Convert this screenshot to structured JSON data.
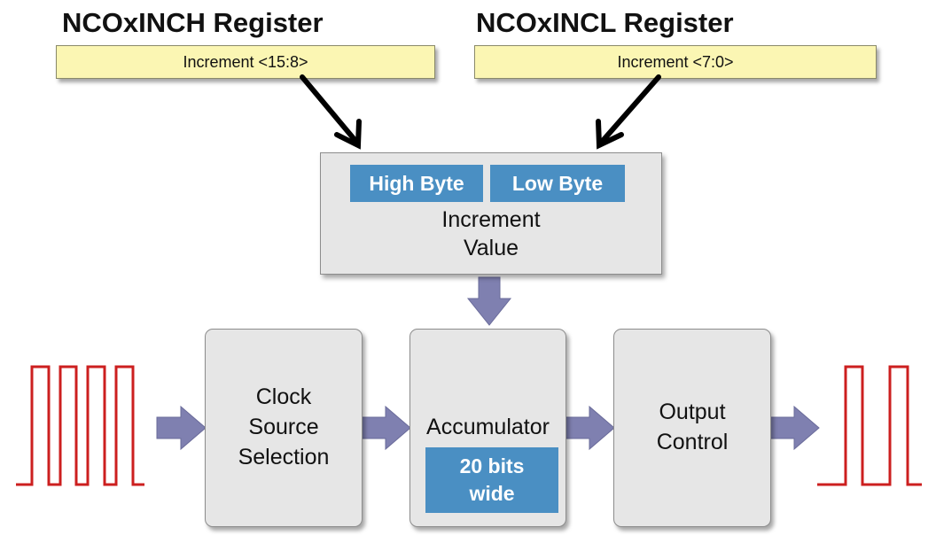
{
  "registers": {
    "high": {
      "title": "NCOxINCH Register",
      "field": "Increment <15:8>"
    },
    "low": {
      "title": "NCOxINCL Register",
      "field": "Increment <7:0>"
    }
  },
  "increment_block": {
    "high_byte": "High Byte",
    "low_byte": "Low Byte",
    "label_line1": "Increment",
    "label_line2": "Value"
  },
  "blocks": {
    "clock": {
      "line1": "Clock",
      "line2": "Source",
      "line3": "Selection"
    },
    "accumulator": {
      "label": "Accumulator",
      "width_line1": "20 bits",
      "width_line2": "wide"
    },
    "output": {
      "line1": "Output",
      "line2": "Control"
    }
  },
  "colors": {
    "register_fill": "#fbf6b3",
    "block_fill": "#e6e6e6",
    "byte_fill": "#4a8fc3",
    "flow_arrow": "#7f80b0",
    "signal": "#cc1f1f"
  }
}
